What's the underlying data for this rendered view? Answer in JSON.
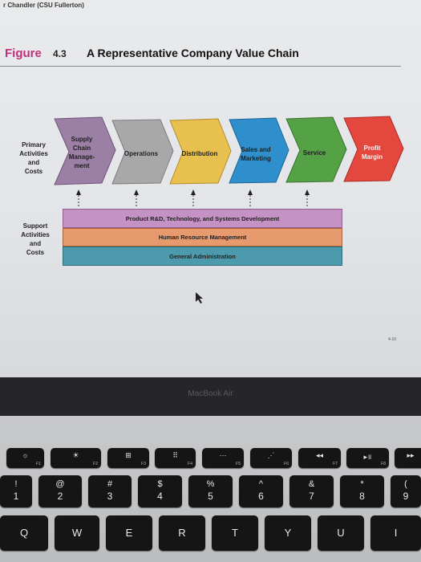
{
  "header": {
    "text": "r Chandler (CSU Fullerton)"
  },
  "figure": {
    "label": "Figure",
    "number": "4.3",
    "title": "A Representative Company Value Chain"
  },
  "diagram": {
    "primary_label": [
      "Primary",
      "Activities",
      "and",
      "Costs"
    ],
    "support_label": [
      "Support",
      "Activities",
      "and",
      "Costs"
    ],
    "primary_activities": [
      {
        "lines": [
          "Supply",
          "Chain",
          "Manage-",
          "ment"
        ],
        "color": "#9b7fa4"
      },
      {
        "lines": [
          "Operations"
        ],
        "color": "#a8a8a8"
      },
      {
        "lines": [
          "Distribution"
        ],
        "color": "#e7c04f"
      },
      {
        "lines": [
          "Sales and",
          "Marketing"
        ],
        "color": "#2e8fcc"
      },
      {
        "lines": [
          "Service"
        ],
        "color": "#55a146"
      },
      {
        "lines": [
          "Profit",
          "Margin"
        ],
        "color": "#e4473d"
      }
    ],
    "support_activities": [
      {
        "label": "Product R&D, Technology, and Systems Development",
        "color": "#c592c5"
      },
      {
        "label": "Human Resource Management",
        "color": "#e69a6e"
      },
      {
        "label": "General Administration",
        "color": "#4c9aab"
      }
    ],
    "page_number": "4-10"
  },
  "laptop": {
    "brand": "MacBook Air"
  },
  "keyboard": {
    "fn_row": [
      {
        "symbol": "☼",
        "fn": "F1"
      },
      {
        "symbol": "☀",
        "fn": "F2"
      },
      {
        "symbol": "⊞",
        "fn": "F3"
      },
      {
        "symbol": "⠿",
        "fn": "F4"
      },
      {
        "symbol": "⋯",
        "fn": "F5"
      },
      {
        "symbol": "⋰",
        "fn": "F6"
      },
      {
        "symbol": "◂◂",
        "fn": "F7"
      },
      {
        "symbol": "▸॥",
        "fn": "F8"
      },
      {
        "symbol": "▸▸",
        "fn": ""
      }
    ],
    "number_row": [
      {
        "top": "!",
        "bottom": "1"
      },
      {
        "top": "@",
        "bottom": "2"
      },
      {
        "top": "#",
        "bottom": "3"
      },
      {
        "top": "$",
        "bottom": "4"
      },
      {
        "top": "%",
        "bottom": "5"
      },
      {
        "top": "^",
        "bottom": "6"
      },
      {
        "top": "&",
        "bottom": "7"
      },
      {
        "top": "*",
        "bottom": "8"
      },
      {
        "top": "(",
        "bottom": "9"
      }
    ],
    "letter_row": [
      "Q",
      "W",
      "E",
      "R",
      "T",
      "Y",
      "U",
      "I"
    ]
  }
}
